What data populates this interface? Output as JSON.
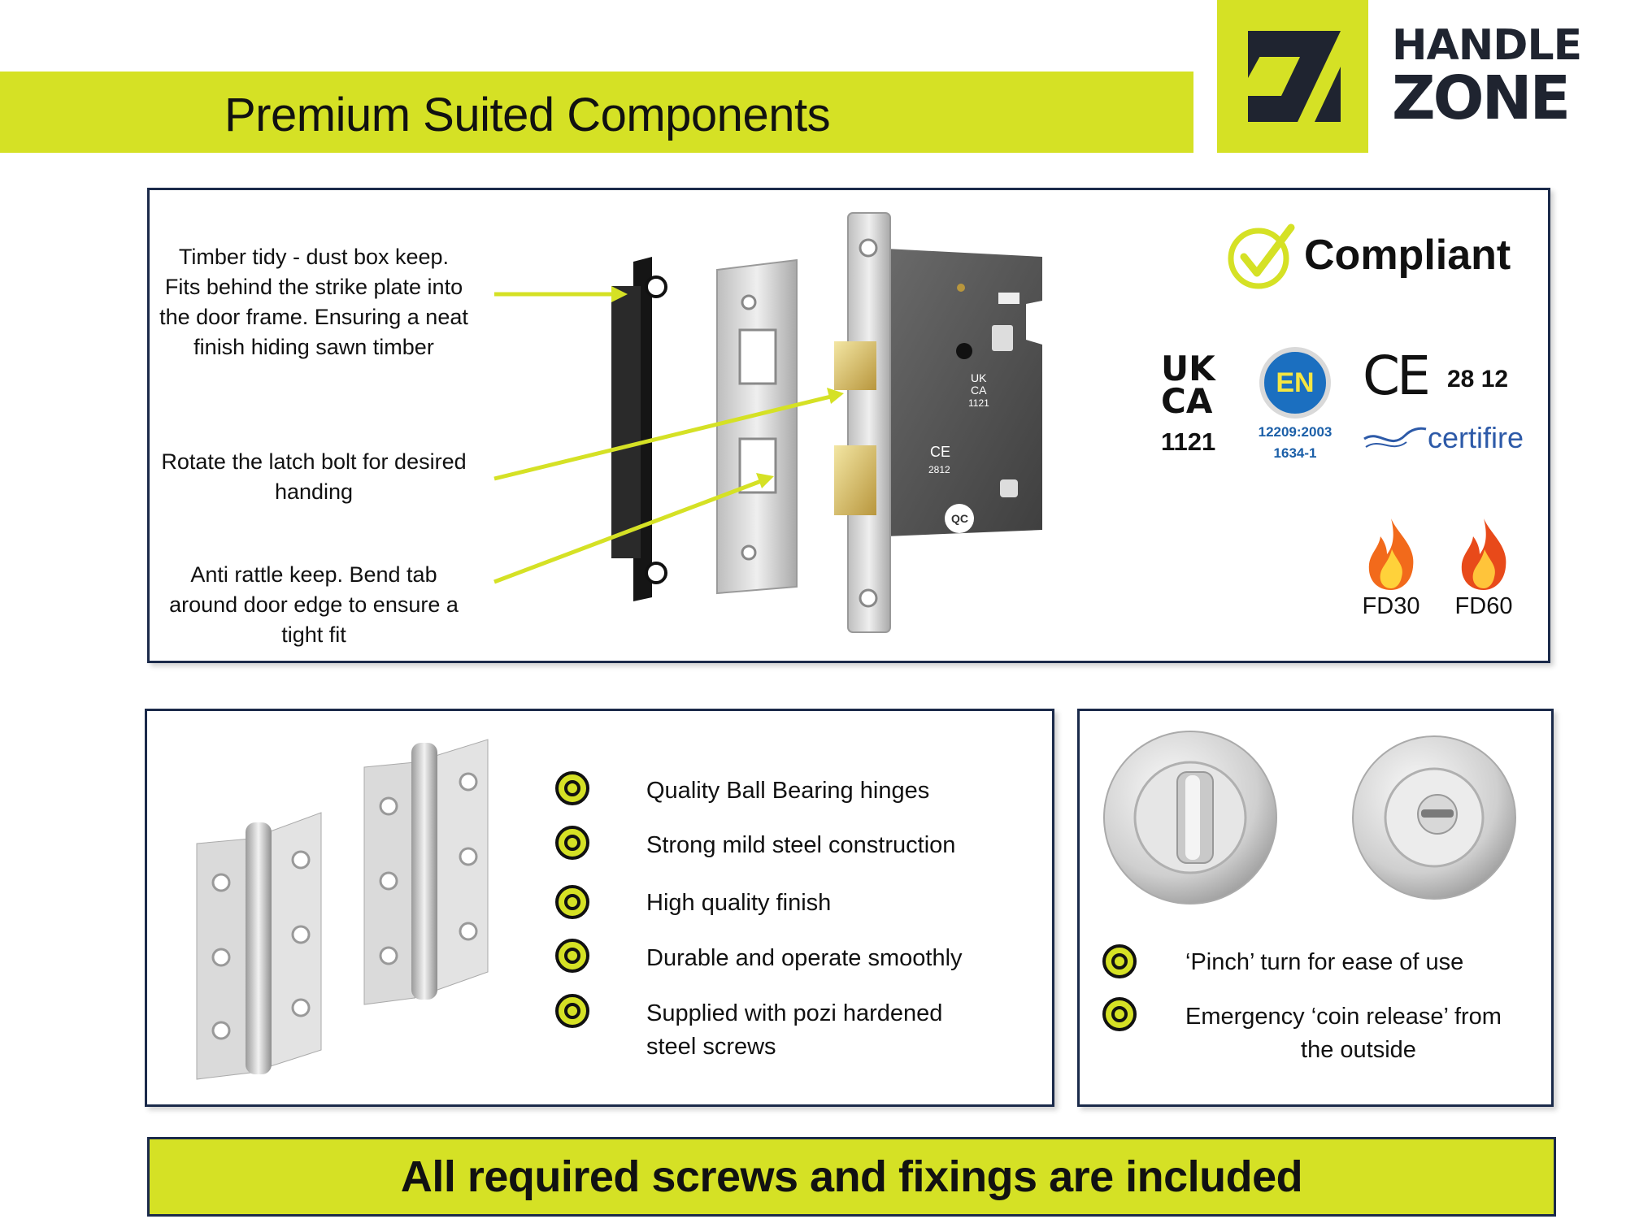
{
  "header": {
    "title": "Premium Suited Components",
    "logo_line1": "HANDLE",
    "logo_line2": "ZONE"
  },
  "lock_panel": {
    "callouts": [
      "Timber tidy - dust box keep. Fits behind the strike plate into the door frame. Ensuring a neat finish hiding sawn timber",
      "Rotate the latch bolt for desired handing",
      "Anti rattle keep. Bend tab around door edge to ensure a tight fit"
    ],
    "compliant_label": "Compliant",
    "ukca_line1": "UK",
    "ukca_line2": "CA",
    "ukca_number": "1121",
    "en_label": "EN",
    "en_standard_1": "12209:2003",
    "en_standard_2": "1634-1",
    "ce_label": "CE",
    "ce_number": "28 12",
    "certifire_label": "certifire",
    "fire_ratings": [
      "FD30",
      "FD60"
    ],
    "lock_marks": {
      "ukca1": "UK",
      "ukca2": "CA",
      "ukca3": "1121",
      "ce": "CE",
      "num": "2812",
      "qc": "QC"
    }
  },
  "hinge_panel": {
    "features": [
      "Quality Ball Bearing hinges",
      "Strong mild steel construction",
      "High quality finish",
      "Durable and operate smoothly",
      "Supplied with pozi hardened",
      "steel screws"
    ]
  },
  "turn_panel": {
    "features": [
      "‘Pinch’ turn for ease of use",
      "Emergency ‘coin release’ from",
      "the outside"
    ]
  },
  "footer": {
    "text": "All required screws and fixings are included"
  },
  "colors": {
    "accent": "#d5e125",
    "border": "#1b2a4a",
    "logo_dark": "#1f2430",
    "en_blue": "#1b6fc0",
    "fire_orange": "#f26a1b",
    "arrow": "#d5e125"
  }
}
